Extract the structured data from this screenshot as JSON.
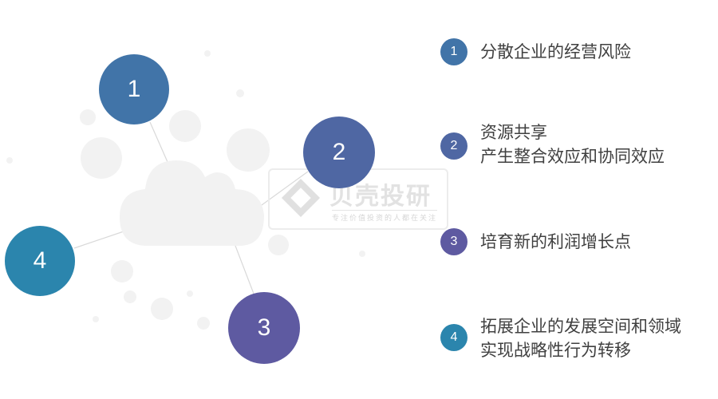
{
  "watermark": {
    "title": "贝壳投研",
    "subtitle": "专注价值投资的人都在关注"
  },
  "nodes": [
    {
      "label": "1",
      "color": "#4174a8"
    },
    {
      "label": "2",
      "color": "#4f67a3"
    },
    {
      "label": "3",
      "color": "#5e5aa1"
    },
    {
      "label": "4",
      "color": "#2b85ad"
    }
  ],
  "items": [
    {
      "number": "1",
      "lines": [
        "分散企业的经营风险"
      ]
    },
    {
      "number": "2",
      "lines": [
        "资源共享",
        "产生整合效应和协同效应"
      ]
    },
    {
      "number": "3",
      "lines": [
        "培育新的利润增长点"
      ]
    },
    {
      "number": "4",
      "lines": [
        "拓展企业的发展空间和领域",
        "实现战略性行为转移"
      ]
    }
  ]
}
